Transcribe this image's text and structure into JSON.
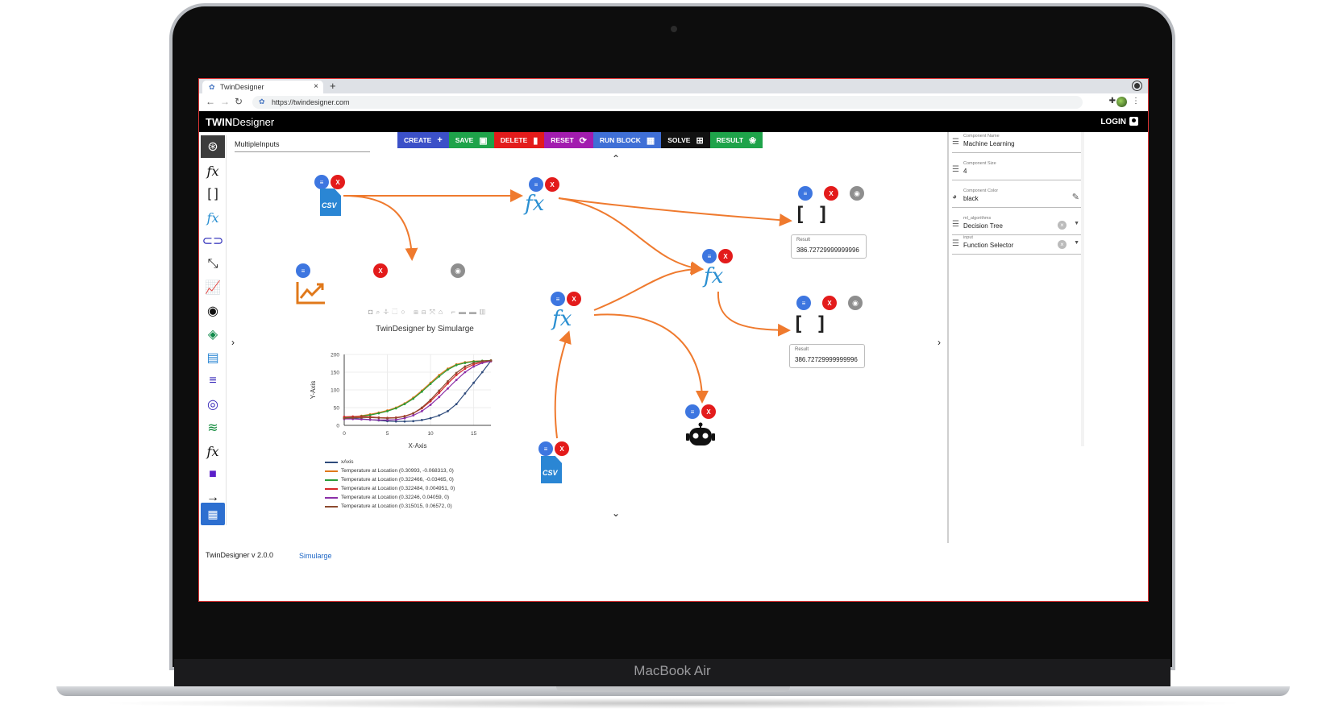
{
  "device": {
    "brand": "MacBook Air"
  },
  "browser": {
    "tab_title": "TwinDesigner",
    "new_tab": "+",
    "close": "×",
    "url": "https://twindesigner.com",
    "back": "←",
    "forward": "→",
    "reload": "↻"
  },
  "app": {
    "title_bold": "TWIN",
    "title_rest": "Designer",
    "login": "LOGIN",
    "flow_name": "MultipleInputs",
    "footer_version": "TwinDesigner v 2.0.0",
    "footer_link": "Simularge"
  },
  "toolbar": [
    {
      "label": "CREATE",
      "color": "#3b50c8",
      "icon": "+"
    },
    {
      "label": "SAVE",
      "color": "#1ea34a",
      "icon": "▣"
    },
    {
      "label": "DELETE",
      "color": "#e31b1b",
      "icon": "🗑"
    },
    {
      "label": "RESET",
      "color": "#a21caf",
      "icon": "⟳"
    },
    {
      "label": "RUN BLOCK",
      "color": "#3f6fd6",
      "icon": "▦"
    },
    {
      "label": "SOLVE",
      "color": "#111111",
      "icon": "⊞"
    },
    {
      "label": "RESULT",
      "color": "#1ea34a",
      "icon": "❀"
    }
  ],
  "palette": [
    {
      "icon": "function-icon",
      "glyph": "fx",
      "color": "#111111"
    },
    {
      "icon": "brackets-icon",
      "glyph": "[ ]",
      "color": "#111111"
    },
    {
      "icon": "function-blue-icon",
      "glyph": "fx",
      "color": "#2a8fd1"
    },
    {
      "icon": "link-icon",
      "glyph": "⊂⊃",
      "color": "#2a2ab8"
    },
    {
      "icon": "compress-icon",
      "glyph": "⤡",
      "color": "#111111"
    },
    {
      "icon": "trend-chart-icon",
      "glyph": "📈",
      "color": "#e0781a"
    },
    {
      "icon": "robot-icon",
      "glyph": "◉",
      "color": "#111111"
    },
    {
      "icon": "cube-icon",
      "glyph": "◈",
      "color": "#0f8a4a"
    },
    {
      "icon": "csv-file-icon",
      "glyph": "▤",
      "color": "#2a86d4"
    },
    {
      "icon": "database-icon",
      "glyph": "≡",
      "color": "#3324b8"
    },
    {
      "icon": "target-icon",
      "glyph": "◎",
      "color": "#3324b8"
    },
    {
      "icon": "layers-icon",
      "glyph": "≋",
      "color": "#0f8a3a"
    },
    {
      "icon": "function-icon-2",
      "glyph": "fx",
      "color": "#111111"
    },
    {
      "icon": "square-icon",
      "glyph": "■",
      "color": "#5b1fc9"
    },
    {
      "icon": "arrow-right-icon",
      "glyph": "→",
      "color": "#111111"
    }
  ],
  "properties": [
    {
      "label": "Component Name",
      "value": "Machine Learning",
      "kind": "text"
    },
    {
      "label": "Component Size",
      "value": "4",
      "kind": "text"
    },
    {
      "label": "Component Color",
      "value": "black",
      "kind": "color"
    },
    {
      "label": "ml_algorithms",
      "value": "Decision Tree",
      "kind": "select"
    },
    {
      "label": "input",
      "value": "Function Selector",
      "kind": "select"
    }
  ],
  "results": [
    {
      "label": "Result",
      "value": "386.72729999999996"
    },
    {
      "label": "Result",
      "value": "386.72729999999996"
    }
  ],
  "node_labels": {
    "csv": "CSV",
    "x": "X"
  },
  "chart_data": {
    "type": "line",
    "title": "TwinDesigner by Simularge",
    "xlabel": "X-Axis",
    "ylabel": "Y-Axis",
    "xlim": [
      0,
      17
    ],
    "ylim": [
      0,
      200
    ],
    "xticks": [
      0,
      5,
      10,
      15
    ],
    "yticks": [
      0,
      50,
      100,
      150,
      200
    ],
    "grid": true,
    "legend_position": "bottom",
    "series": [
      {
        "name": "xAxis",
        "color": "#2f4b7c",
        "x": [
          0,
          1,
          2,
          3,
          4,
          5,
          6,
          7,
          8,
          9,
          10,
          11,
          12,
          13,
          14,
          15,
          16,
          17
        ],
        "y": [
          20,
          20,
          18,
          16,
          14,
          12,
          11,
          11,
          12,
          15,
          20,
          28,
          40,
          60,
          90,
          120,
          150,
          182
        ]
      },
      {
        "name": "Temperature at Location (0.30993, -0.068313, 0)",
        "color": "#e0781a",
        "x": [
          0,
          1,
          2,
          3,
          4,
          5,
          6,
          7,
          8,
          9,
          10,
          11,
          12,
          13,
          14,
          15,
          16,
          17
        ],
        "y": [
          22,
          24,
          27,
          31,
          36,
          42,
          50,
          62,
          78,
          98,
          120,
          142,
          160,
          172,
          178,
          181,
          182,
          183
        ]
      },
      {
        "name": "Temperature at Location (0.322466, -0.03465, 0)",
        "color": "#2a9d3a",
        "x": [
          0,
          1,
          2,
          3,
          4,
          5,
          6,
          7,
          8,
          9,
          10,
          11,
          12,
          13,
          14,
          15,
          16,
          17
        ],
        "y": [
          21,
          23,
          26,
          29,
          34,
          40,
          48,
          60,
          75,
          95,
          117,
          138,
          157,
          170,
          176,
          180,
          182,
          183
        ]
      },
      {
        "name": "Temperature at Location (0.322484, 0.004951, 0)",
        "color": "#d62728",
        "x": [
          0,
          1,
          2,
          3,
          4,
          5,
          6,
          7,
          8,
          9,
          10,
          11,
          12,
          13,
          14,
          15,
          16,
          17
        ],
        "y": [
          24,
          25,
          25,
          24,
          22,
          21,
          22,
          26,
          34,
          48,
          68,
          92,
          118,
          142,
          160,
          172,
          178,
          181
        ]
      },
      {
        "name": "Temperature at Location (0.32246, 0.04059, 0)",
        "color": "#8b2fa8",
        "x": [
          0,
          1,
          2,
          3,
          4,
          5,
          6,
          7,
          8,
          9,
          10,
          11,
          12,
          13,
          14,
          15,
          16,
          17
        ],
        "y": [
          18,
          18,
          17,
          16,
          15,
          15,
          16,
          20,
          28,
          40,
          58,
          80,
          104,
          128,
          150,
          166,
          176,
          181
        ]
      },
      {
        "name": "Temperature at Location (0.315015, 0.06572, 0)",
        "color": "#8c4a2f",
        "x": [
          0,
          1,
          2,
          3,
          4,
          5,
          6,
          7,
          8,
          9,
          10,
          11,
          12,
          13,
          14,
          15,
          16,
          17
        ],
        "y": [
          20,
          21,
          22,
          22,
          21,
          20,
          21,
          25,
          34,
          50,
          72,
          98,
          124,
          148,
          166,
          176,
          181,
          183
        ]
      }
    ]
  }
}
